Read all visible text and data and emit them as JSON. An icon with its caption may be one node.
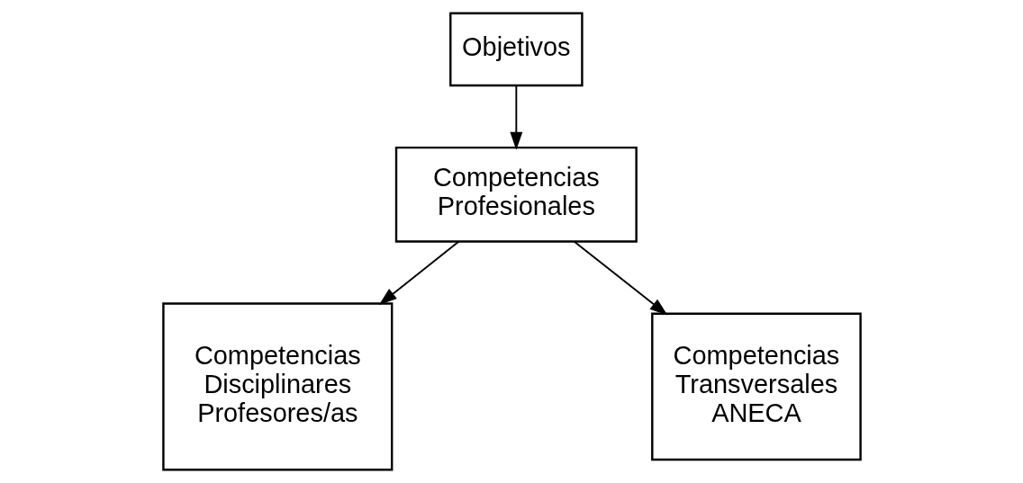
{
  "diagram": {
    "nodes": [
      {
        "text": [
          "Objetivos"
        ]
      },
      {
        "text": [
          "Competencias Profesionales"
        ]
      },
      {
        "text": [
          "Competencias Disciplinares Profesores/as"
        ]
      },
      {
        "text": [
          "Competencias Transversales ANECA"
        ]
      }
    ],
    "edges": [
      {
        "from": 0,
        "to": 1,
        "arrow": "to"
      },
      {
        "from": 1,
        "to": 2,
        "arrow": "to"
      },
      {
        "from": 1,
        "to": 3,
        "arrow": "to"
      }
    ]
  }
}
